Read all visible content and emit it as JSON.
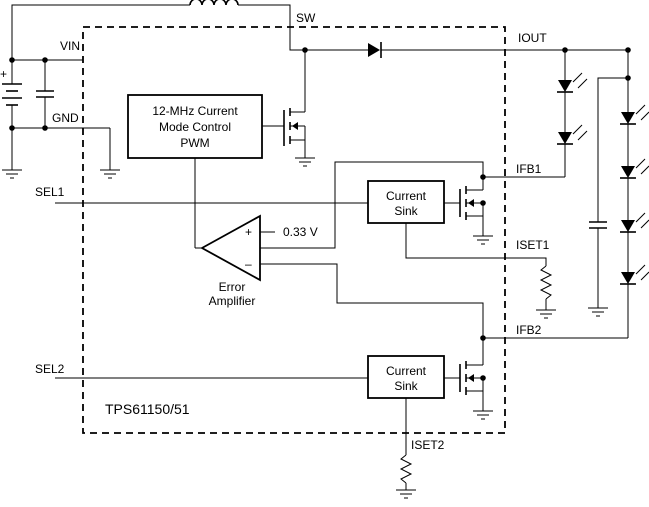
{
  "labels": {
    "sw": "SW",
    "vin": "VIN",
    "gnd": "GND",
    "iout": "IOUT",
    "sel1": "SEL1",
    "sel2": "SEL2",
    "ifb1": "IFB1",
    "ifb2": "IFB2",
    "iset1": "ISET1",
    "iset2": "ISET2",
    "chip": "TPS61150/51"
  },
  "pwm_block": {
    "line1": "12-MHz Current",
    "line2": "Mode Control",
    "line3": "PWM"
  },
  "current_sink_1": {
    "line1": "Current",
    "line2": "Sink"
  },
  "current_sink_2": {
    "line1": "Current",
    "line2": "Sink"
  },
  "error_amp": {
    "reference": "0.33 V",
    "plus": "+",
    "minus": "–",
    "name_line1": "Error",
    "name_line2": "Amplifier"
  },
  "battery_plus": "+"
}
